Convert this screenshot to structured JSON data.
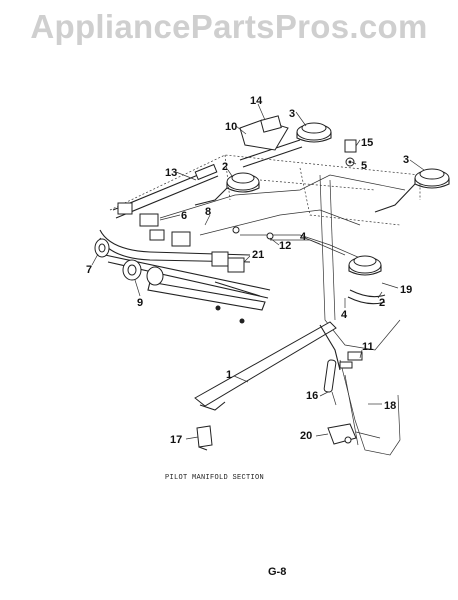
{
  "watermark": "AppliancePartsPros.com",
  "caption": "PILOT MANIFOLD SECTION",
  "page_code": "G-8",
  "callouts": [
    "14",
    "3",
    "10",
    "15",
    "5",
    "3",
    "13",
    "2",
    "6",
    "8",
    "12",
    "4",
    "21",
    "7",
    "9",
    "2",
    "19",
    "4",
    "11",
    "1",
    "16",
    "18",
    "17",
    "20"
  ]
}
